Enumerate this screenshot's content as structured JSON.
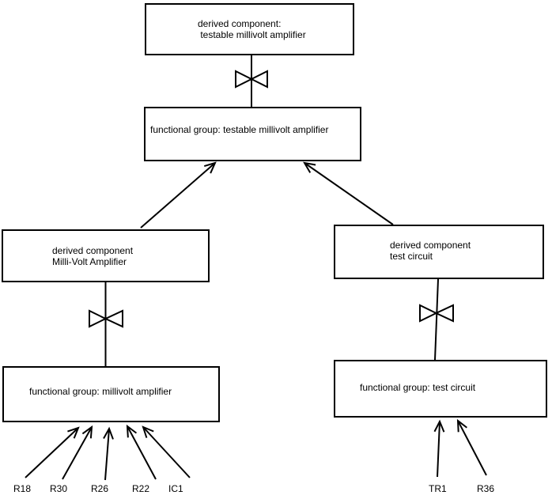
{
  "nodes": {
    "top_derived": {
      "line1": "derived component:",
      "line2": " testable millivolt amplifier"
    },
    "central_functional": {
      "label": "functional group: testable millivolt amplifier"
    },
    "left_derived": {
      "line1": "derived component",
      "line2": "Milli-Volt Amplifier"
    },
    "right_derived": {
      "line1": "derived component",
      "line2": "test circuit"
    },
    "left_functional": {
      "label": "functional group: millivolt amplifier"
    },
    "right_functional": {
      "label": "functional group: test circuit"
    }
  },
  "leaf_labels": {
    "left": [
      "R18",
      "R30",
      "R26",
      "R22",
      "IC1"
    ],
    "right": [
      "TR1",
      "R36"
    ]
  },
  "colors": {
    "line": "#000000",
    "background": "#ffffff",
    "box_fill": "#ffffff"
  }
}
